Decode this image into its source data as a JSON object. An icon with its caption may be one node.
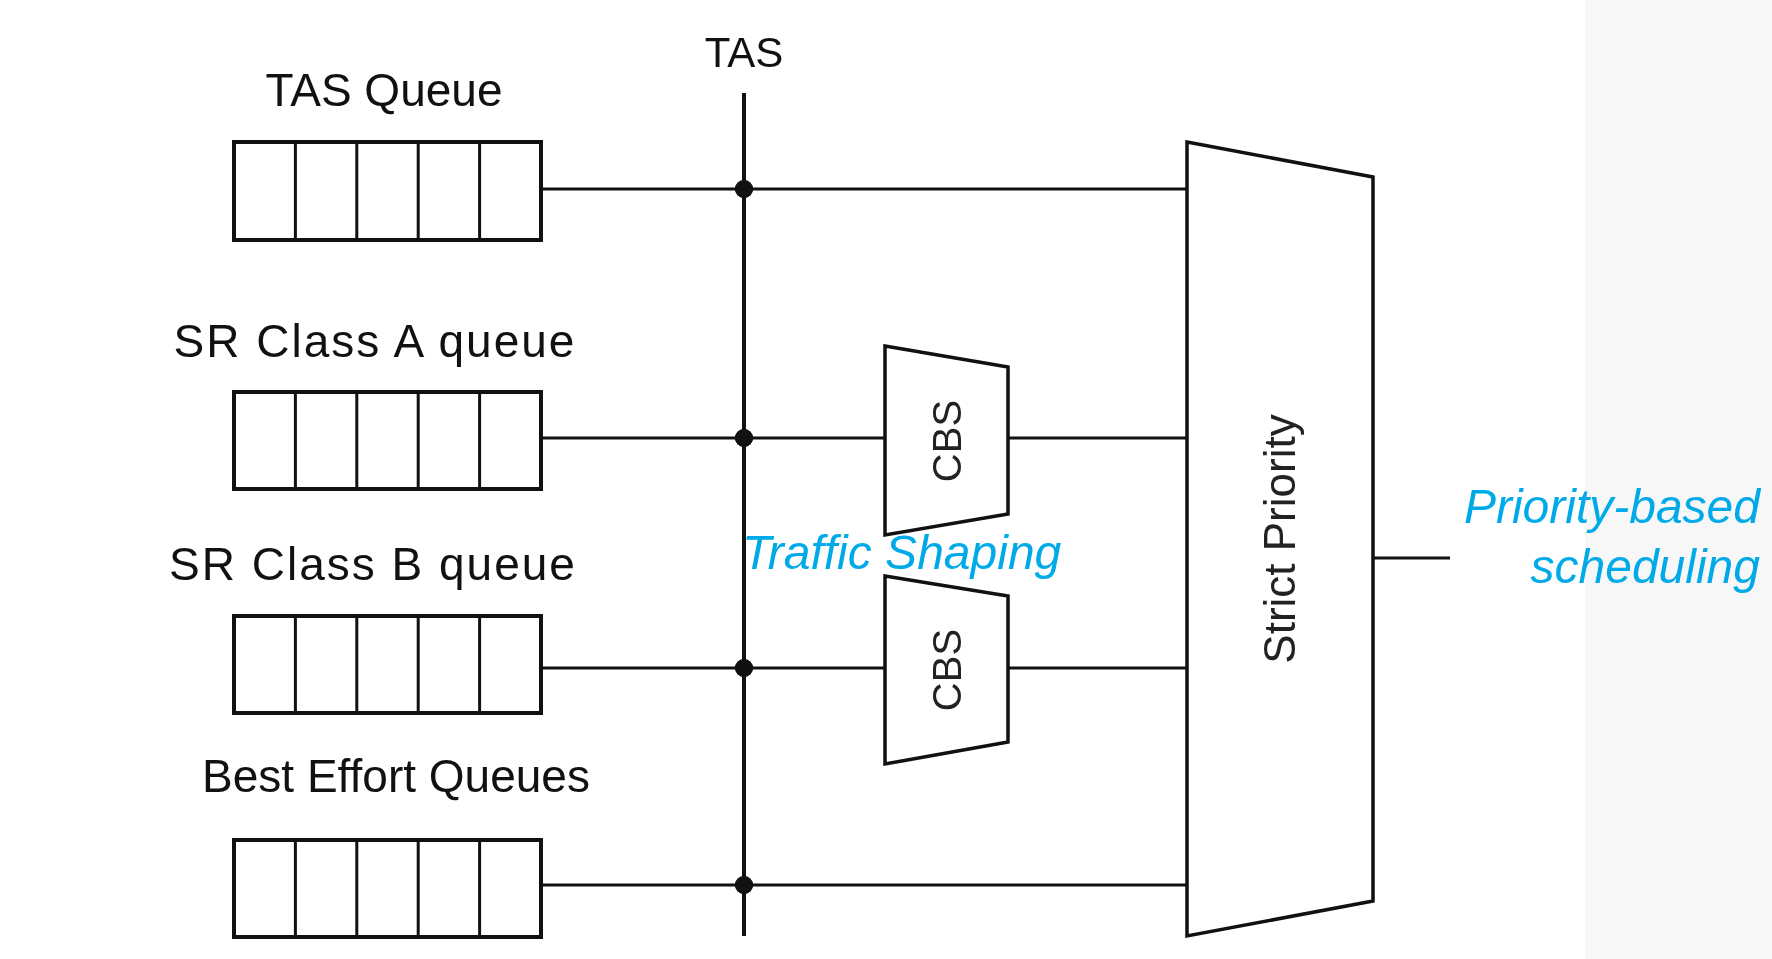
{
  "diagram": {
    "nodes": [
      {
        "text": [
          "TAS Queue"
        ]
      },
      {
        "text": [
          "SR Class A queue"
        ]
      },
      {
        "text": [
          "SR Class B queue"
        ]
      },
      {
        "text": [
          "Best Effort Queues"
        ]
      },
      {
        "text": [
          "TAS"
        ]
      },
      {
        "text": [
          "CBS"
        ]
      },
      {
        "text": [
          "CBS"
        ]
      },
      {
        "text": [
          "Strict Priority"
        ]
      },
      {
        "text": [
          "Priority-based scheduling"
        ]
      }
    ],
    "edges": [
      {
        "from": 0,
        "to": 4,
        "arrow": "other"
      },
      {
        "from": 4,
        "to": 7,
        "arrow": "other"
      },
      {
        "from": 1,
        "to": 4,
        "arrow": "other"
      },
      {
        "from": 4,
        "to": 5,
        "arrow": "other"
      },
      {
        "from": 5,
        "to": 7,
        "arrow": "none"
      },
      {
        "from": 2,
        "to": 4,
        "arrow": "other"
      },
      {
        "from": 4,
        "to": 6,
        "arrow": "other"
      },
      {
        "from": 6,
        "to": 7,
        "arrow": "none"
      },
      {
        "from": 3,
        "to": 4,
        "arrow": "other"
      },
      {
        "from": 4,
        "to": 7,
        "arrow": "other"
      },
      {
        "from": 7,
        "to": 8,
        "arrow": "none"
      }
    ],
    "labels": [
      "Traffic Shaping"
    ]
  }
}
